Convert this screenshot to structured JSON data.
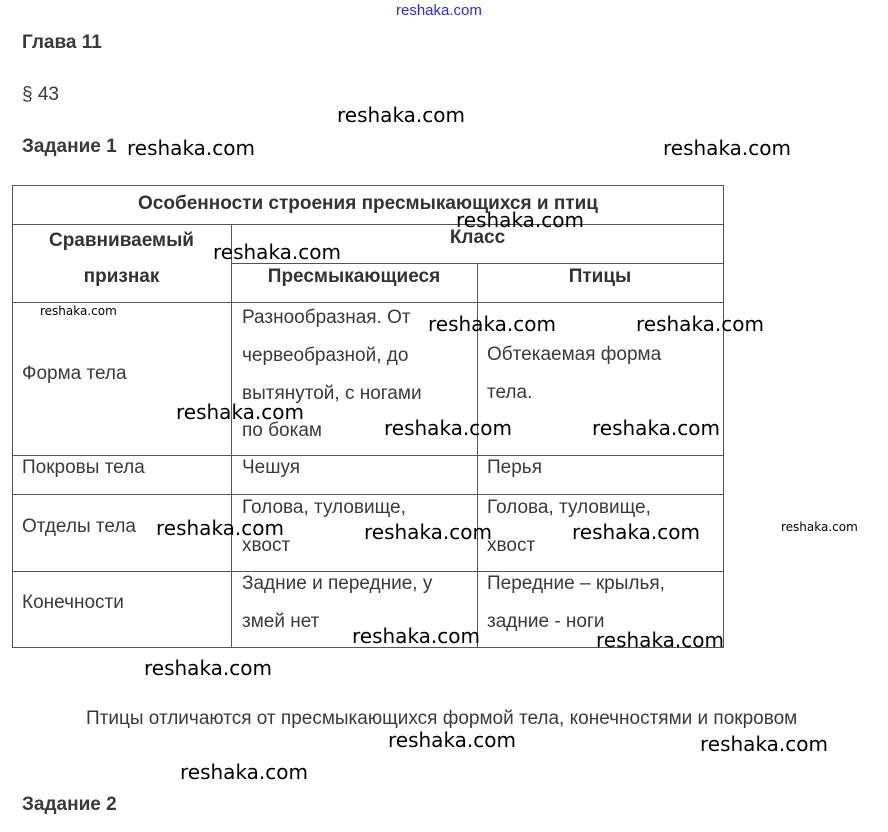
{
  "site_link": "reshaka.com",
  "chapter": "Глава 11",
  "section": "§ 43",
  "task1": "Задание 1",
  "task2": "Задание 2",
  "table": {
    "title": "Особенности строения пресмыкающихся и птиц",
    "header_feature": [
      "Сравниваемый",
      "признак"
    ],
    "header_class": "Класс",
    "header_reptiles": "Пресмыкающиеся",
    "header_birds": "Птицы",
    "rows": [
      {
        "feature": "Форма тела",
        "reptiles": [
          "Разнообразная. От",
          "червеобразной, до",
          "вытянутой, с ногами",
          "по бокам"
        ],
        "birds": [
          "Обтекаемая форма",
          "тела."
        ]
      },
      {
        "feature": "Покровы тела",
        "reptiles": [
          "Чешуя"
        ],
        "birds": [
          "Перья"
        ]
      },
      {
        "feature": "Отделы тела",
        "reptiles": [
          "Голова, туловище,",
          "хвост"
        ],
        "birds": [
          "Голова, туловище,",
          "хвост"
        ]
      },
      {
        "feature": "Конечности",
        "reptiles": [
          "Задние и передние, у",
          "змей нет"
        ],
        "birds": [
          "Передние – крылья,",
          "задние - ноги"
        ]
      }
    ]
  },
  "conclusion": "Птицы отличаются от пресмыкающихся формой тела, конечностями и покровом",
  "watermark": "reshaka.com"
}
